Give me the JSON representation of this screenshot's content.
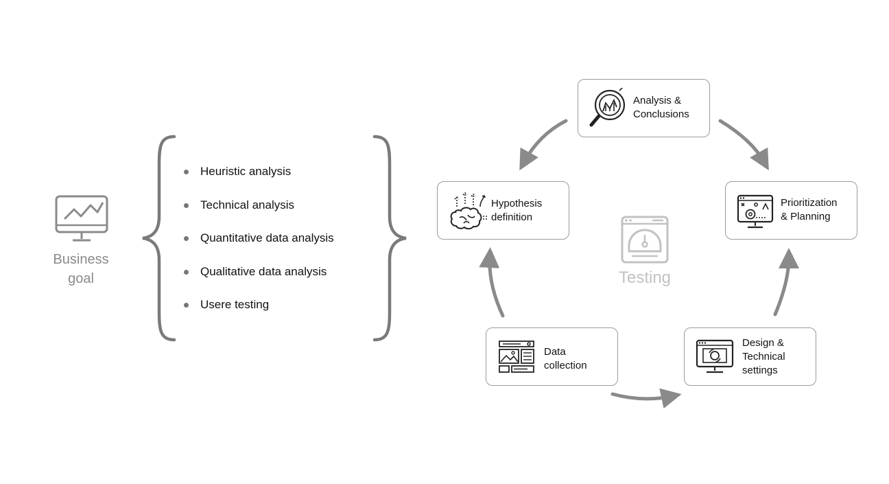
{
  "business_goal": {
    "label_lines": [
      "Business",
      "goal"
    ],
    "icon": "chart-monitor-icon"
  },
  "analysis_list": [
    "Heuristic analysis",
    "Technical analysis",
    "Quantitative data analysis",
    "Qualitative data analysis",
    "Usere testing"
  ],
  "cycle": {
    "center_label": "Testing",
    "center_icon": "speedometer-window-icon",
    "steps": [
      {
        "lines": [
          "Analysis &",
          "Conclusions"
        ],
        "icon": "magnifier-chart-icon"
      },
      {
        "lines": [
          "Prioritization",
          "& Planning"
        ],
        "icon": "planning-screen-icon"
      },
      {
        "lines": [
          "Design &",
          "Technical",
          "settings"
        ],
        "icon": "monitor-settings-icon"
      },
      {
        "lines": [
          "Data",
          "collection"
        ],
        "icon": "layout-wireframe-icon"
      },
      {
        "lines": [
          "Hypothesis",
          "definition"
        ],
        "icon": "brain-ideas-icon"
      }
    ]
  },
  "colors": {
    "arrow": "#8a8a8a",
    "card_border": "#9b9b9b",
    "muted_text": "#8a8a8a",
    "faint": "#c2c2c2"
  }
}
